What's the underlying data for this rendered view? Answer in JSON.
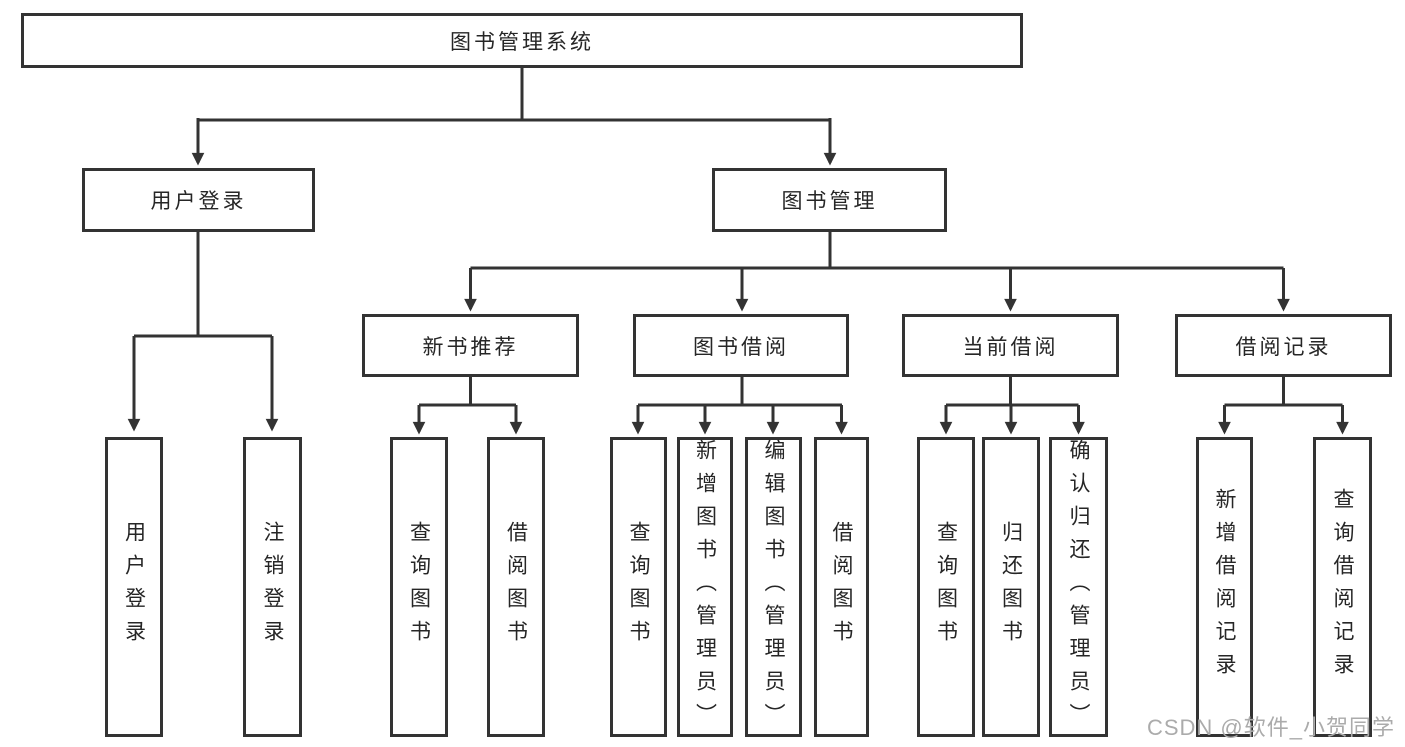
{
  "nodes": {
    "root": "图书管理系统",
    "user_login": "用户登录",
    "book_mgmt": "图书管理",
    "new_book_rec": "新书推荐",
    "book_borrow": "图书借阅",
    "current_borrow": "当前借阅",
    "borrow_records": "借阅记录",
    "ul_user_login": "用户登录",
    "ul_logout": "注销登录",
    "nbr_query_book": "查询图书",
    "nbr_borrow_book": "借阅图书",
    "bb_query_book": "查询图书",
    "bb_add_book_admin": "新增图书（管理员）",
    "bb_edit_book_admin": "编辑图书（管理员）",
    "bb_borrow_book": "借阅图书",
    "cb_query_book": "查询图书",
    "cb_return_book": "归还图书",
    "cb_confirm_return_admin": "确认归还（管理员）",
    "br_add_record": "新增借阅记录",
    "br_query_record": "查询借阅记录"
  },
  "hierarchy": {
    "图书管理系统": {
      "用户登录": [
        "用户登录",
        "注销登录"
      ],
      "图书管理": {
        "新书推荐": [
          "查询图书",
          "借阅图书"
        ],
        "图书借阅": [
          "查询图书",
          "新增图书（管理员）",
          "编辑图书（管理员）",
          "借阅图书"
        ],
        "当前借阅": [
          "查询图书",
          "归还图书",
          "确认归还（管理员）"
        ],
        "借阅记录": [
          "新增借阅记录",
          "查询借阅记录"
        ]
      }
    }
  },
  "watermark": {
    "text": "CSDN @软件_小贺同学"
  },
  "colors": {
    "line": "#333333",
    "text": "#262626",
    "background": "#ffffff",
    "watermark": "#ababab"
  }
}
